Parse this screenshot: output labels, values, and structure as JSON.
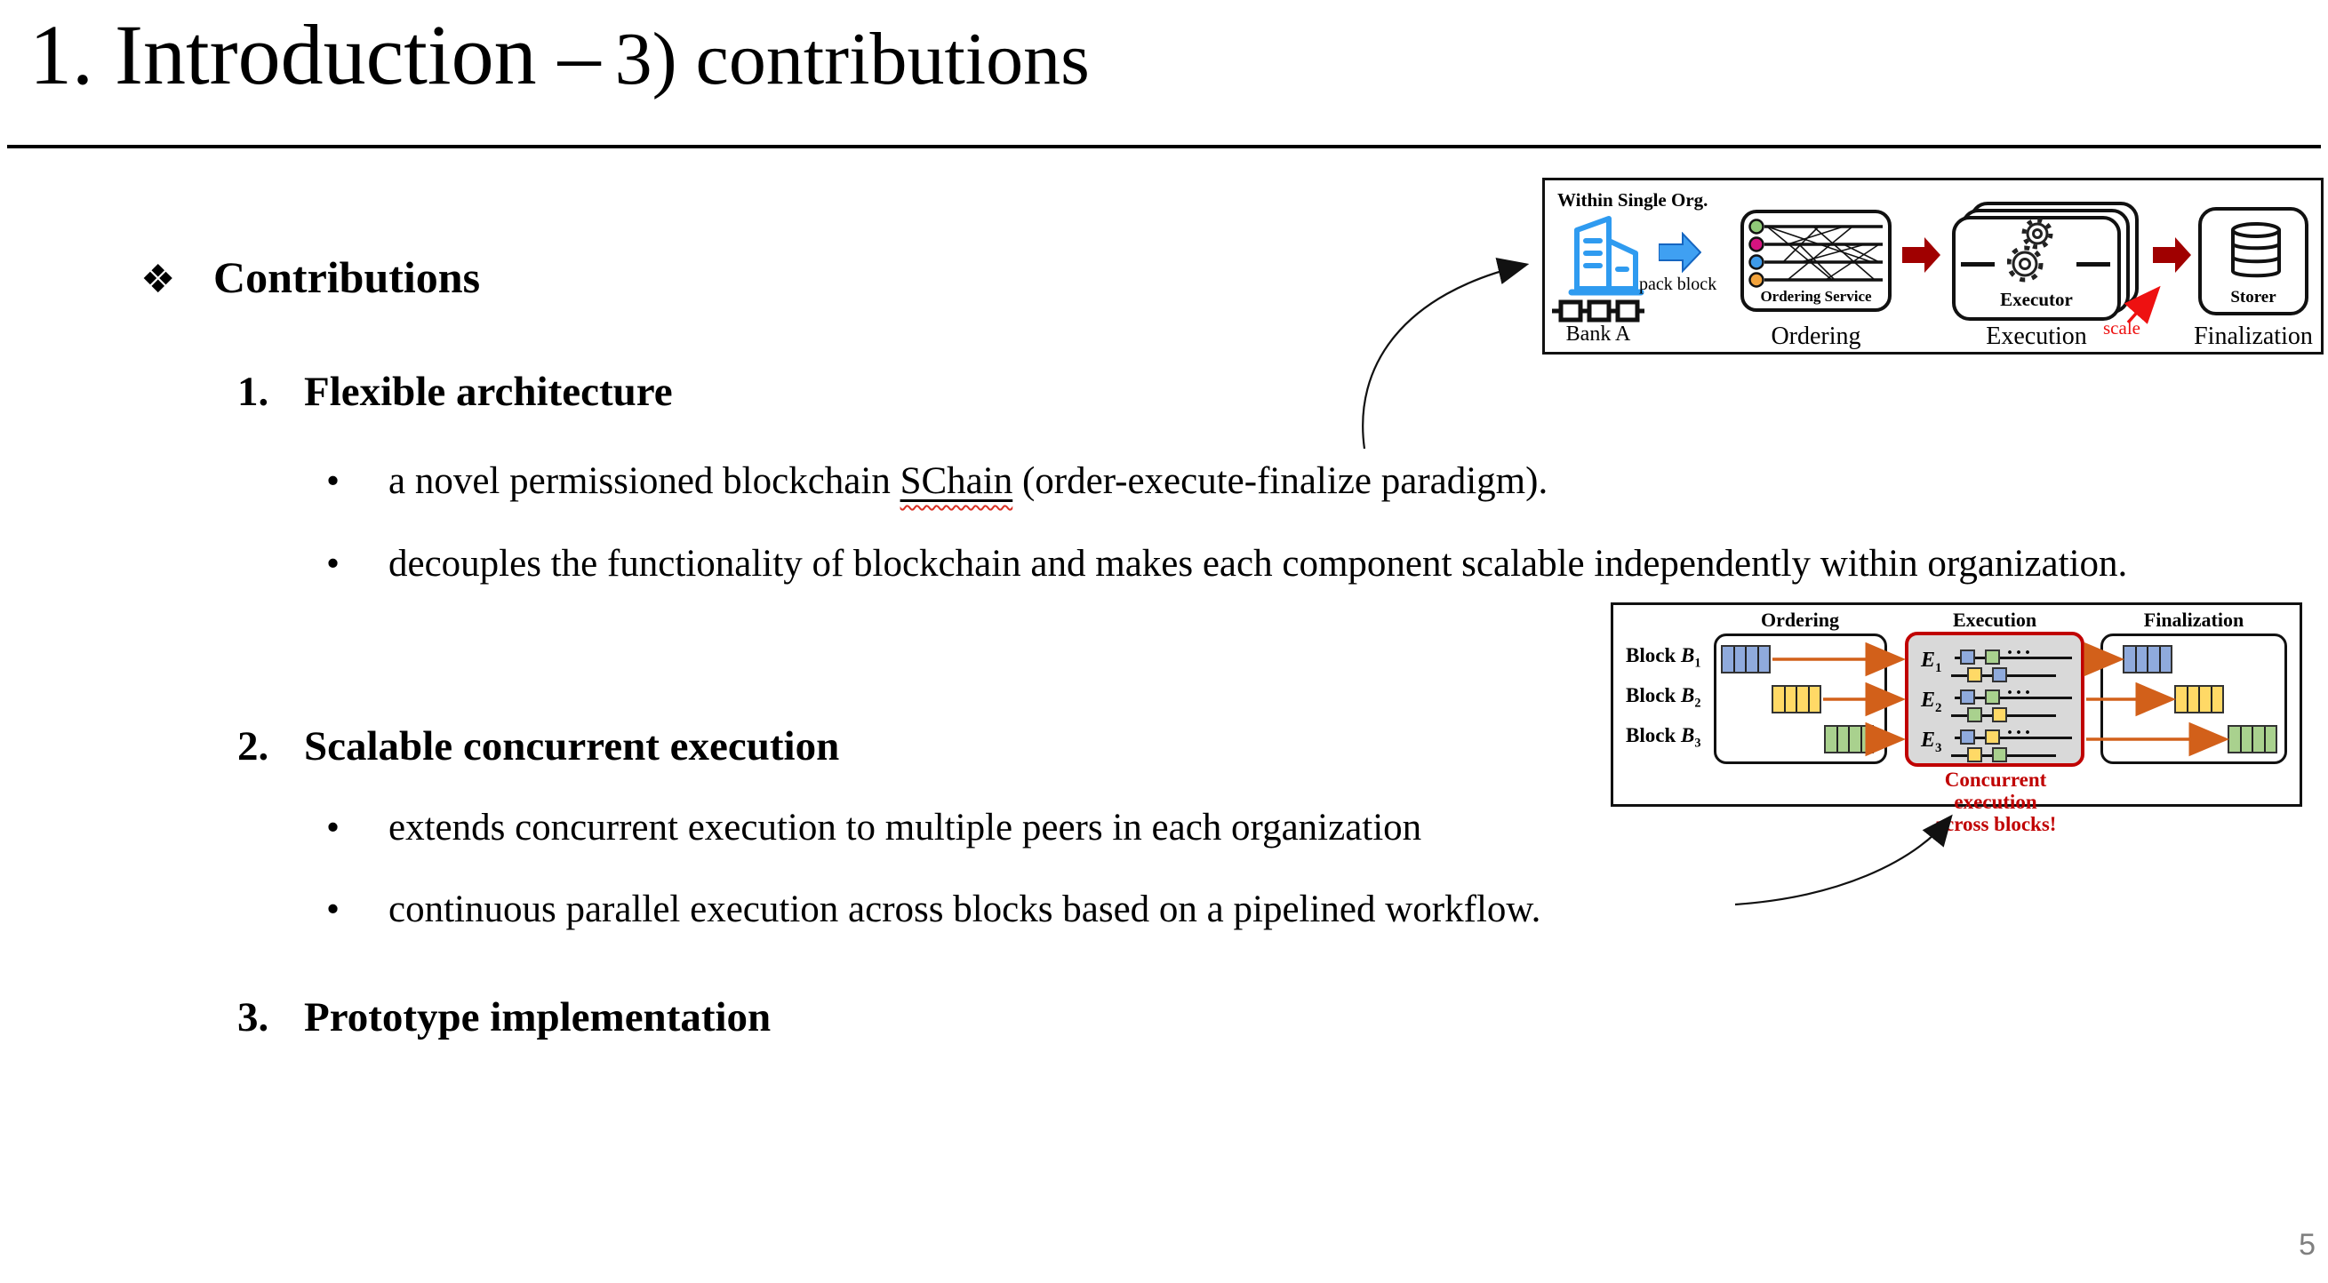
{
  "title": {
    "section": "1. Introduction –",
    "subsection": "3) contributions"
  },
  "page_number": "5",
  "bullet_char": "•",
  "contributions": {
    "marker": "❖",
    "heading": "Contributions",
    "item1": {
      "num": "1.",
      "label": "Flexible architecture"
    },
    "item1_bullet1": {
      "pre": "a novel permissioned blockchain ",
      "keyword": "SChain",
      "post": " (order-execute-finalize paradigm)."
    },
    "item1_bullet2": "decouples the functionality of blockchain and makes each component scalable independently within organization.",
    "item2": {
      "num": "2.",
      "label": "Scalable concurrent execution"
    },
    "item2_bullet1": "extends concurrent execution to multiple peers in each organization",
    "item2_bullet2": "continuous parallel execution across blocks based on a pipelined workflow.",
    "item3": {
      "num": "3.",
      "label": "Prototype implementation"
    }
  },
  "diagram1": {
    "org_label": "Within Single Org.",
    "bank_label": "Bank A",
    "pack_label": "pack block",
    "ordering_service_label": "Ordering Service",
    "executor_label": "Executor",
    "storer_label": "Storer",
    "scale_label": "scale",
    "stage_ordering": "Ordering",
    "stage_execution": "Execution",
    "stage_finalization": "Finalization",
    "colors": {
      "bank_blue": "#2F9BF0",
      "arrow_blue": "#3FA0F2",
      "arrow_dark_red": "#A00000",
      "scale_red": "#EE1111",
      "dot_green": "#90C978",
      "dot_magenta": "#D6147F",
      "dot_blue": "#3E9BEA",
      "dot_orange": "#F2A33C"
    }
  },
  "diagram2": {
    "headers": [
      "Ordering",
      "Execution",
      "Finalization"
    ],
    "block_labels": [
      {
        "prefix": "Block ",
        "letter": "B",
        "sub": "1"
      },
      {
        "prefix": "Block ",
        "letter": "B",
        "sub": "2"
      },
      {
        "prefix": "Block ",
        "letter": "B",
        "sub": "3"
      }
    ],
    "executor_rows": [
      {
        "letter": "E",
        "sub": "1",
        "top": [
          "#8FAADC",
          "#A9D18E"
        ],
        "bottom": [
          "#FFD966",
          "#8FAADC"
        ]
      },
      {
        "letter": "E",
        "sub": "2",
        "top": [
          "#8FAADC",
          "#A9D18E"
        ],
        "bottom": [
          "#A9D18E",
          "#FFD966"
        ]
      },
      {
        "letter": "E",
        "sub": "3",
        "top": [
          "#8FAADC",
          "#FFD966"
        ],
        "bottom": [
          "#FFD966",
          "#A9D18E"
        ]
      }
    ],
    "ellipsis": "···",
    "caption_line1": "Concurrent execution",
    "caption_line2": "across blocks!",
    "colors": {
      "block_blue": "#8FAADC",
      "block_yellow": "#FFD966",
      "block_green": "#A9D18E",
      "arrow_orange": "#D2601A",
      "exec_border_red": "#C00000",
      "exec_fill_gray": "#D9D9D9"
    }
  }
}
